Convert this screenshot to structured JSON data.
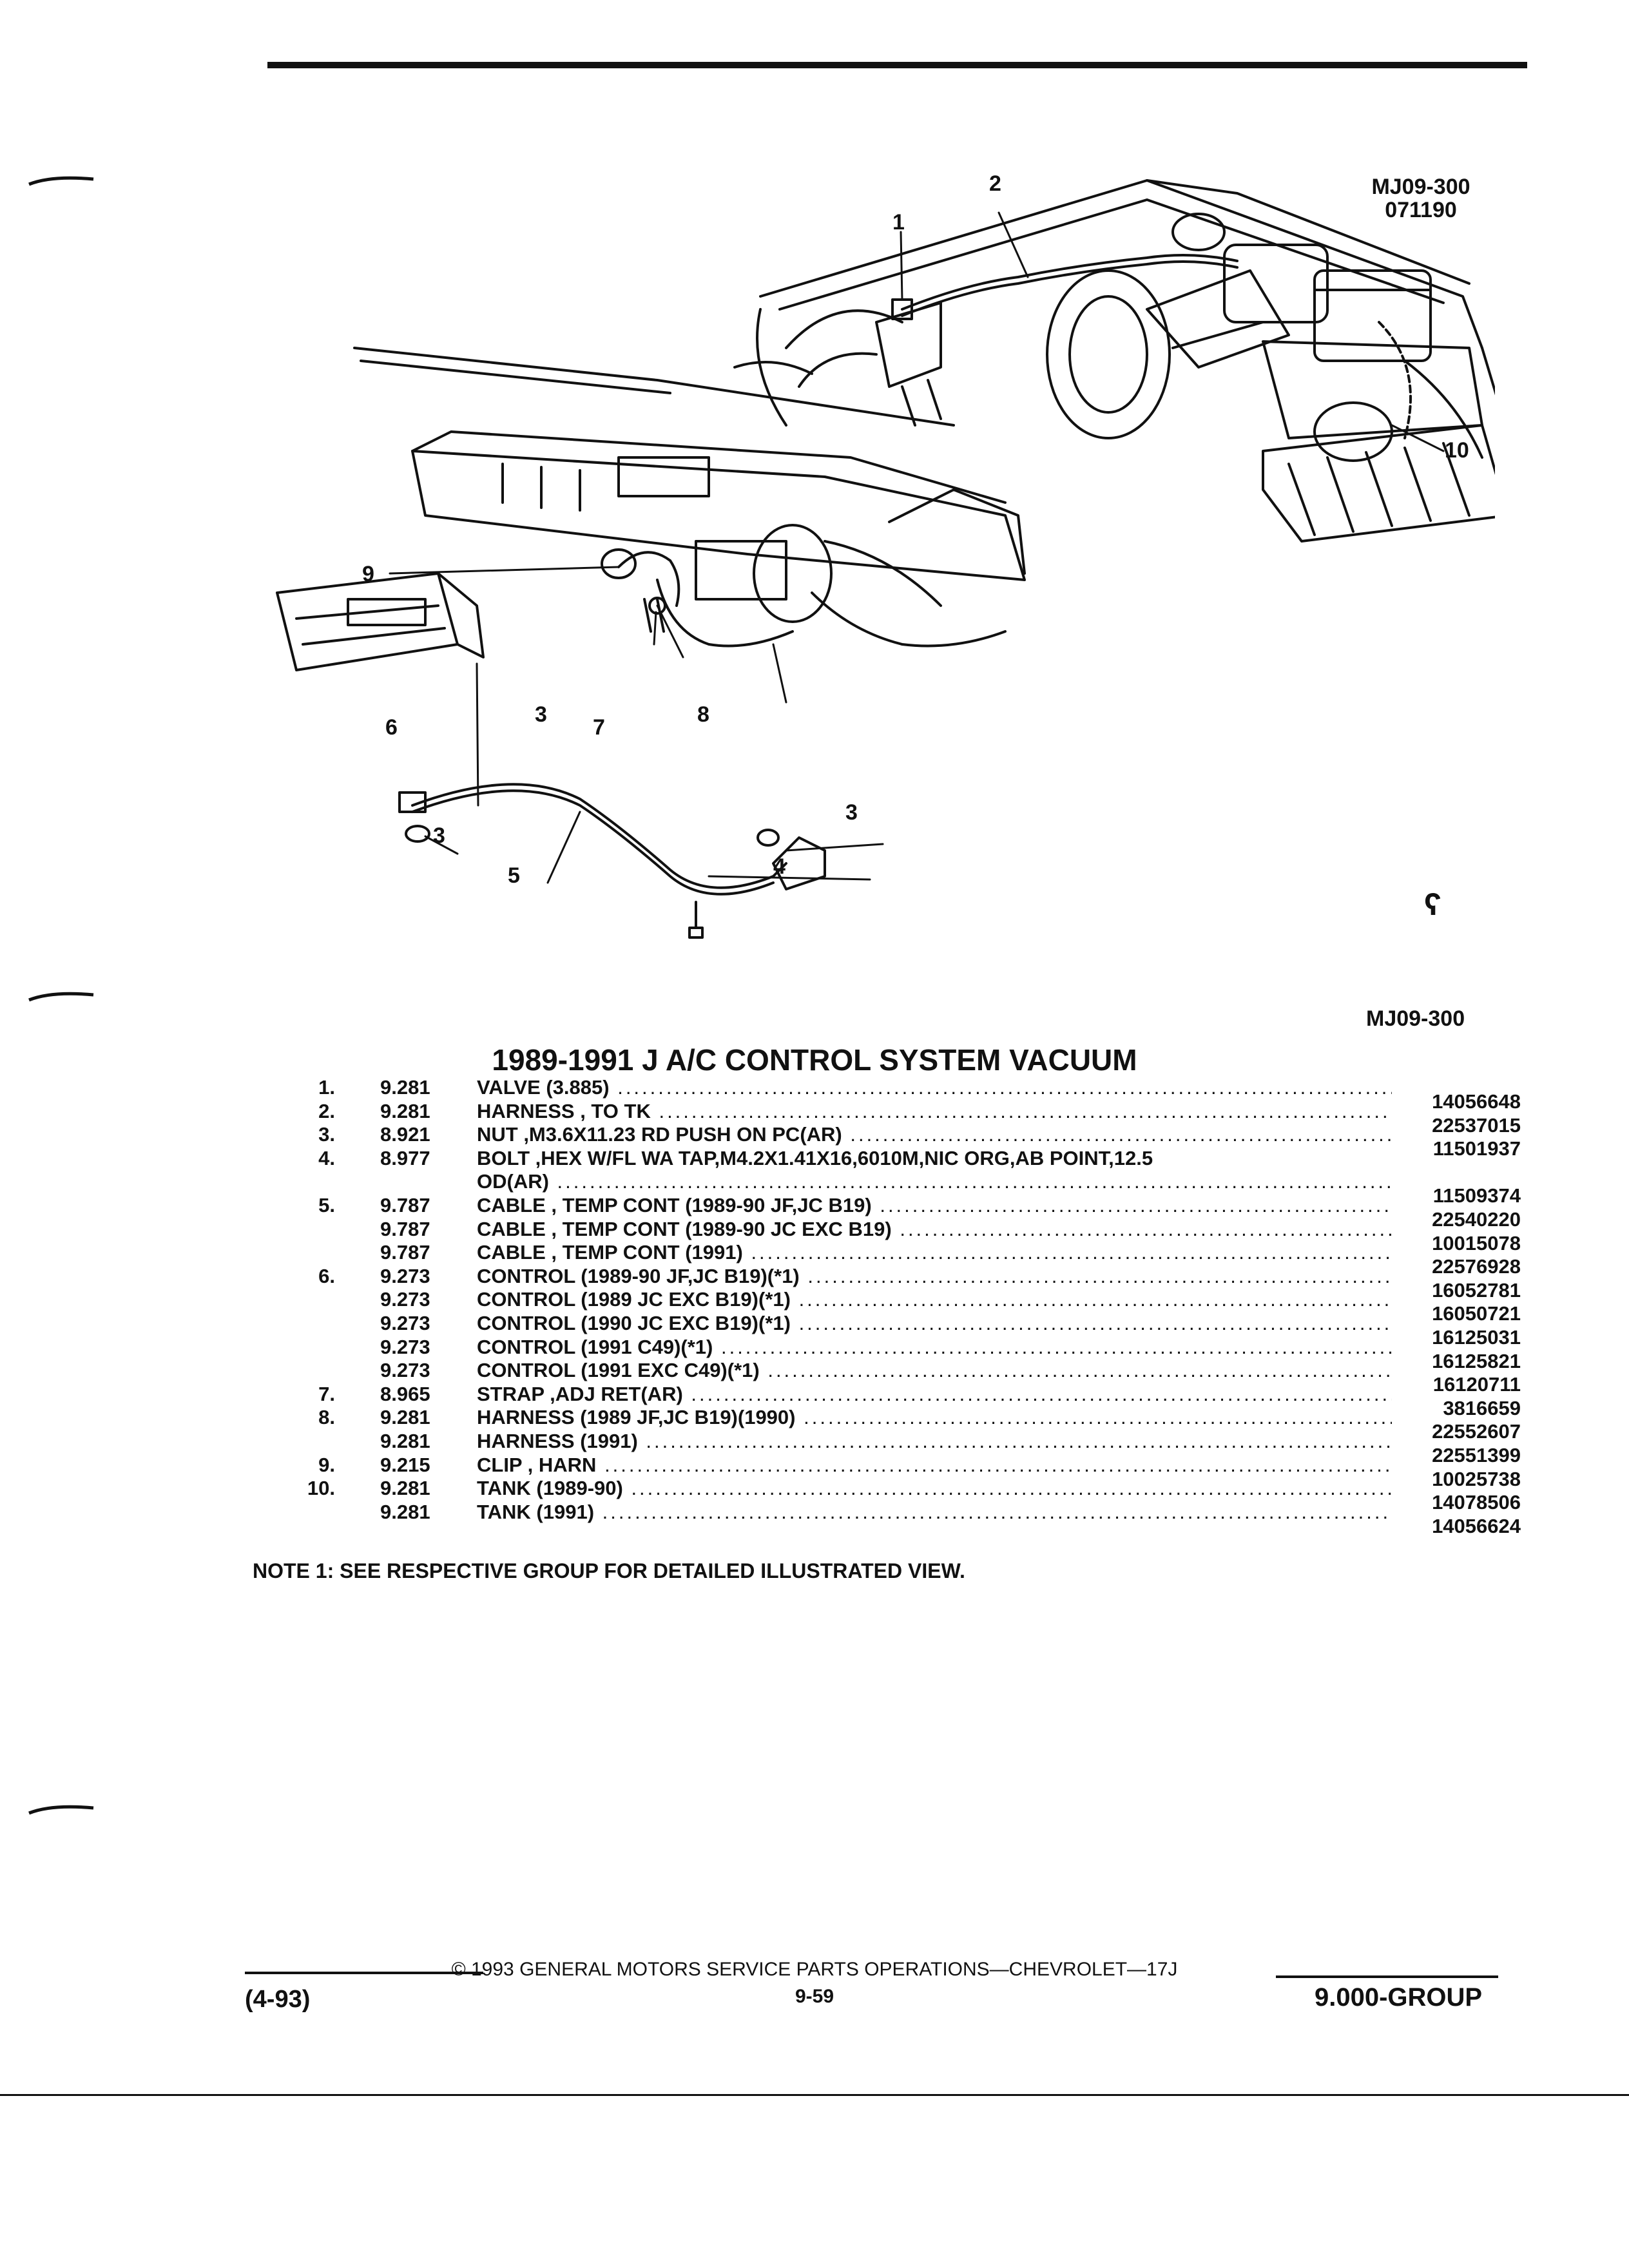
{
  "illustration": {
    "code_line1": "MJ09-300",
    "code_line2": "071190",
    "ref_code": "MJ09-300",
    "callouts": [
      "1",
      "2",
      "3",
      "4",
      "5",
      "6",
      "7",
      "8",
      "9",
      "10",
      "3",
      "3"
    ]
  },
  "title": "1989-1991 J A/C CONTROL SYSTEM VACUUM",
  "parts": [
    {
      "no": "1.",
      "grp": "9.281",
      "desc": "VALVE (3.885)",
      "pn": "14056648"
    },
    {
      "no": "2.",
      "grp": "9.281",
      "desc": "HARNESS , TO TK",
      "pn": "22537015"
    },
    {
      "no": "3.",
      "grp": "8.921",
      "desc": "NUT ,M3.6X11.23 RD PUSH ON PC(AR)",
      "pn": "11501937"
    },
    {
      "no": "4.",
      "grp": "8.977",
      "desc": "BOLT ,HEX W/FL WA TAP,M4.2X1.41X16,6010M,NIC ORG,AB POINT,12.5",
      "pn": ""
    },
    {
      "no": "",
      "grp": "",
      "desc": "OD(AR)",
      "pn": "11509374"
    },
    {
      "no": "5.",
      "grp": "9.787",
      "desc": "CABLE , TEMP CONT (1989-90 JF,JC B19)",
      "pn": "22540220"
    },
    {
      "no": "",
      "grp": "9.787",
      "desc": "CABLE , TEMP CONT (1989-90 JC EXC B19)",
      "pn": "10015078"
    },
    {
      "no": "",
      "grp": "9.787",
      "desc": "CABLE , TEMP CONT (1991)",
      "pn": "22576928"
    },
    {
      "no": "6.",
      "grp": "9.273",
      "desc": "CONTROL (1989-90 JF,JC B19)(*1)",
      "pn": "16052781"
    },
    {
      "no": "",
      "grp": "9.273",
      "desc": "CONTROL (1989 JC EXC B19)(*1)",
      "pn": "16050721"
    },
    {
      "no": "",
      "grp": "9.273",
      "desc": "CONTROL (1990 JC EXC B19)(*1)",
      "pn": "16125031"
    },
    {
      "no": "",
      "grp": "9.273",
      "desc": "CONTROL (1991 C49)(*1)",
      "pn": "16125821"
    },
    {
      "no": "",
      "grp": "9.273",
      "desc": "CONTROL (1991 EXC C49)(*1)",
      "pn": "16120711"
    },
    {
      "no": "7.",
      "grp": "8.965",
      "desc": "STRAP ,ADJ RET(AR)",
      "pn": "3816659"
    },
    {
      "no": "8.",
      "grp": "9.281",
      "desc": "HARNESS (1989 JF,JC B19)(1990)",
      "pn": "22552607"
    },
    {
      "no": "",
      "grp": "9.281",
      "desc": "HARNESS (1991)",
      "pn": "22551399"
    },
    {
      "no": "9.",
      "grp": "9.215",
      "desc": "CLIP , HARN",
      "pn": "10025738"
    },
    {
      "no": "10.",
      "grp": "9.281",
      "desc": "TANK (1989-90)",
      "pn": "14078506"
    },
    {
      "no": "",
      "grp": "9.281",
      "desc": "TANK (1991)",
      "pn": "14056624"
    }
  ],
  "note": "NOTE 1: SEE RESPECTIVE GROUP FOR DETAILED ILLUSTRATED VIEW.",
  "footer": {
    "date_code": "(4-93)",
    "copyright": "© 1993 GENERAL MOTORS SERVICE PARTS OPERATIONS—CHEVROLET—17J",
    "page": "9-59",
    "group": "9.000-GROUP"
  }
}
